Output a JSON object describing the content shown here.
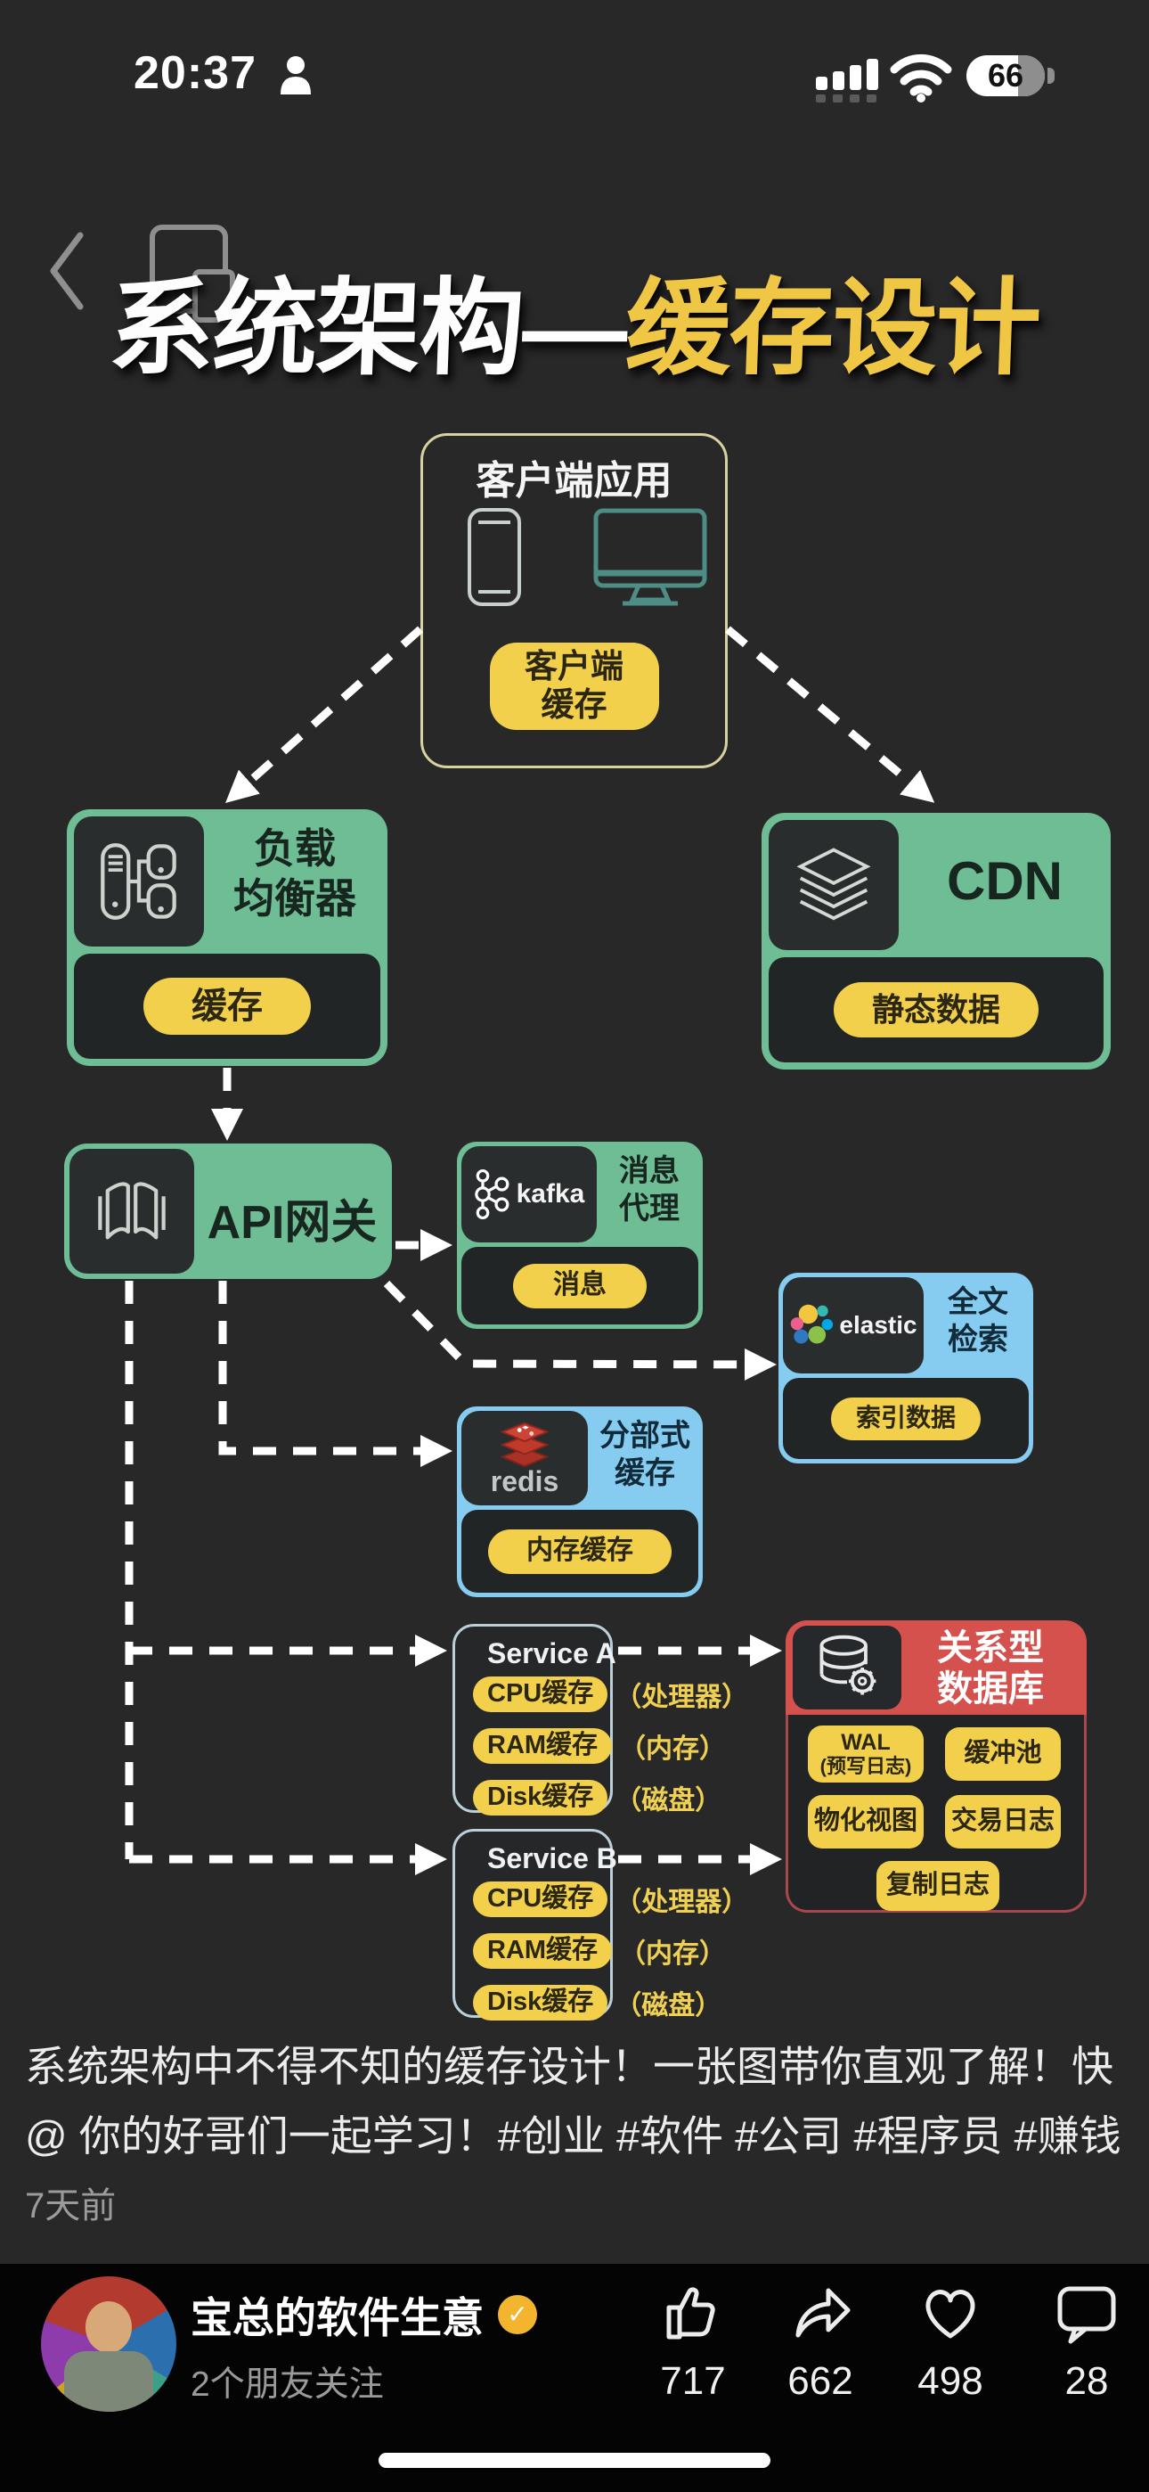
{
  "status_bar": {
    "time": "20:37",
    "battery_percent": "66"
  },
  "nav": {
    "icons": [
      "chevron-left-icon",
      "screen-mirroring-icon"
    ]
  },
  "title": {
    "part_white": "系统架构—",
    "part_yellow": "缓存设计"
  },
  "diagram": {
    "client": {
      "title": "客户端应用",
      "badge_line1": "客户端",
      "badge_line2": "缓存",
      "icons": [
        "smartphone-icon",
        "monitor-icon"
      ]
    },
    "load_balancer": {
      "title_line1": "负载",
      "title_line2": "均衡器",
      "badge": "缓存",
      "icon": "load-balancer-icon"
    },
    "cdn": {
      "title": "CDN",
      "badge": "静态数据",
      "icon": "storage-layers-icon"
    },
    "api_gateway": {
      "title": "API网关",
      "icon": "gateway-icon"
    },
    "kafka": {
      "logo_text": "kafka",
      "title_line1": "消息",
      "title_line2": "代理",
      "badge": "消息",
      "icon": "kafka-logo-icon"
    },
    "elastic": {
      "logo_text": "elastic",
      "title_line1": "全文",
      "title_line2": "检索",
      "badge": "索引数据",
      "icon": "elastic-logo-icon"
    },
    "redis": {
      "logo_text": "redis",
      "title_line1": "分部式",
      "title_line2": "缓存",
      "badge": "内存缓存",
      "icon": "redis-logo-icon"
    },
    "service_a": {
      "title": "Service A",
      "rows": [
        {
          "badge": "CPU缓存",
          "note": "（处理器）"
        },
        {
          "badge": "RAM缓存",
          "note": "（内存）"
        },
        {
          "badge": "Disk缓存",
          "note": "（磁盘）"
        }
      ]
    },
    "service_b": {
      "title": "Service B",
      "rows": [
        {
          "badge": "CPU缓存",
          "note": "（处理器）"
        },
        {
          "badge": "RAM缓存",
          "note": "（内存）"
        },
        {
          "badge": "Disk缓存",
          "note": "（磁盘）"
        }
      ]
    },
    "database": {
      "title_line1": "关系型",
      "title_line2": "数据库",
      "icon": "database-gear-icon",
      "badge_wal_line1": "WAL",
      "badge_wal_line2": "(预写日志)",
      "badge_buffer": "缓冲池",
      "badge_view": "物化视图",
      "badge_txn": "交易日志",
      "badge_repl": "复制日志"
    }
  },
  "caption": {
    "line1": "系统架构中不得不知的缓存设计！一张图带你直观了解！快",
    "line2": "@ 你的好哥们一起学习！#创业 #软件 #公司 #程序员 #赚钱",
    "time_ago": "7天前"
  },
  "footer": {
    "author": "宝总的软件生意",
    "verified_icon": "verified-badge-icon",
    "followers": "2个朋友关注",
    "actions": [
      {
        "icon": "thumb-up-icon",
        "count": "717"
      },
      {
        "icon": "share-icon",
        "count": "662"
      },
      {
        "icon": "heart-icon",
        "count": "498"
      },
      {
        "icon": "comment-icon",
        "count": "28"
      }
    ]
  },
  "colors": {
    "green": "#6fbd95",
    "blue": "#86ccf0",
    "yellow": "#f2d04c",
    "red": "#d4514e",
    "title_yellow": "#f0c645",
    "arrow": "#ffffff"
  }
}
